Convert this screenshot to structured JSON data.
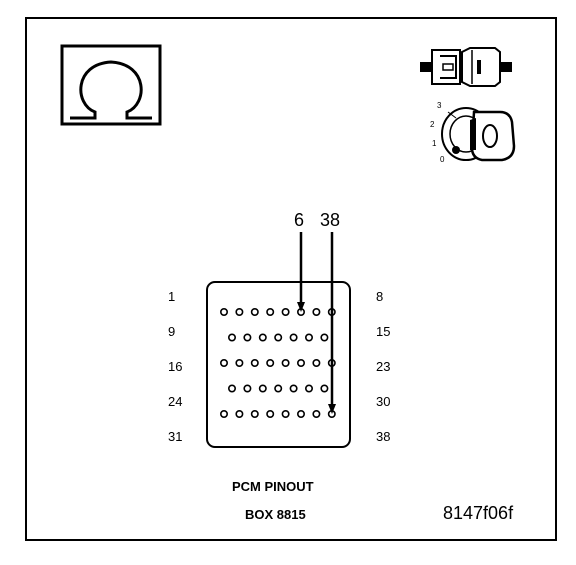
{
  "diagram": {
    "caption_line1": "PCM PINOUT",
    "caption_line2": "BOX 8815",
    "figure_id": "8147f06f",
    "highlighted_pins": [
      "6",
      "38"
    ],
    "row_labels_left": [
      "1",
      "9",
      "16",
      "24",
      "31"
    ],
    "row_labels_right": [
      "8",
      "15",
      "23",
      "30",
      "38"
    ],
    "connector_rows": [
      8,
      7,
      8,
      7,
      8
    ],
    "ignition_positions": [
      "3",
      "2",
      "1",
      "0"
    ]
  }
}
